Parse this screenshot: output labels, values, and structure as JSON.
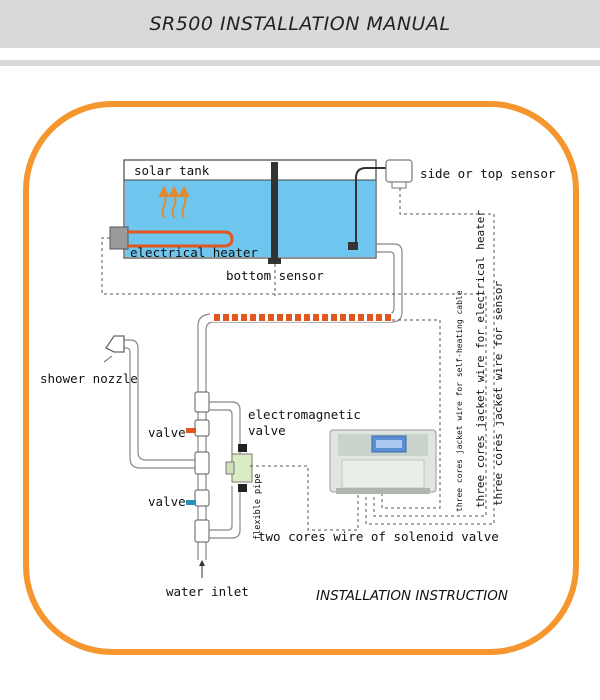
{
  "header": {
    "title": "SR500 INSTALLATION MANUAL"
  },
  "labels": {
    "solar_tank": "solar tank",
    "side_top_sensor": "side or top sensor",
    "electrical_heater": "electrical heater",
    "bottom_sensor": "bottom sensor",
    "shower_nozzle": "shower nozzle",
    "valve_upper": "valve",
    "valve_lower": "valve",
    "electromagnetic_valve_1": "electromagnetic",
    "electromagnetic_valve_2": "valve",
    "flexible_pipe": "flexible pipe",
    "two_cores_wire": "two cores wire of solenoid valve",
    "water_inlet": "water inlet",
    "self_heating_wire": "three cores jacket wire for self-heating cable",
    "electrical_heater_wire": "three cores jacket wire for electrical heater",
    "sensor_wire": "three cores jacket wire for sensor"
  },
  "footer": {
    "instruction": "INSTALLATION INSTRUCTION"
  },
  "colors": {
    "frame": "#f5962e",
    "tank_water": "#6ec6ef",
    "heater": "#e2561f",
    "pipe": "#888888"
  }
}
